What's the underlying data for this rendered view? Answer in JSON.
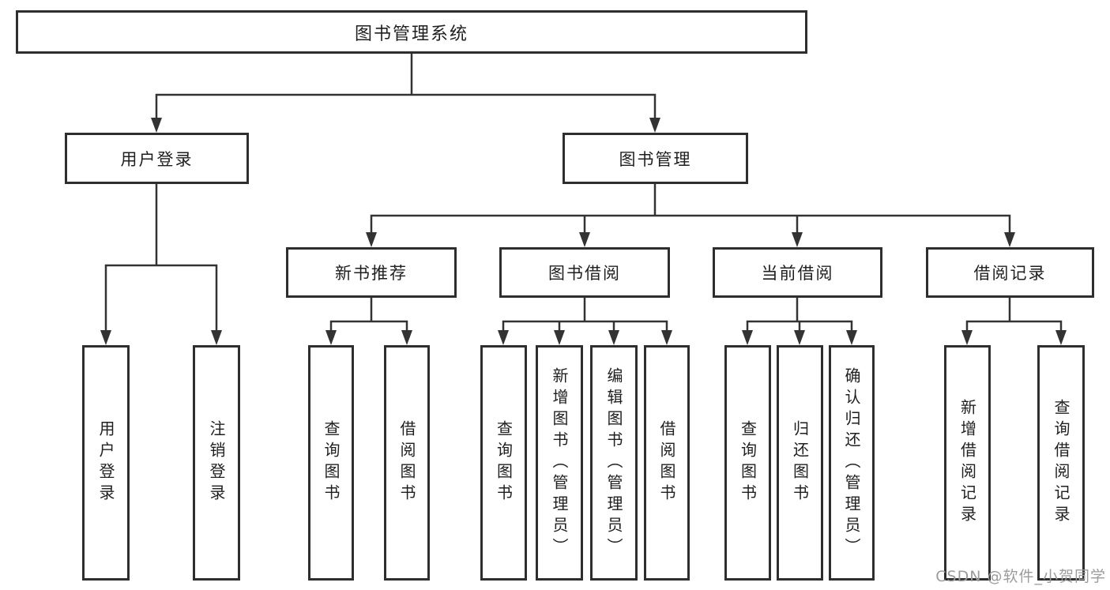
{
  "diagram": {
    "root": {
      "label": "图书管理系统"
    },
    "branches": [
      {
        "label": "用户登录",
        "children": [
          {
            "label": "用户登录"
          },
          {
            "label": "注销登录"
          }
        ]
      },
      {
        "label": "图书管理",
        "groups": [
          {
            "label": "新书推荐",
            "children": [
              {
                "label": "查询图书"
              },
              {
                "label": "借阅图书"
              }
            ]
          },
          {
            "label": "图书借阅",
            "children": [
              {
                "label": "查询图书"
              },
              {
                "label": "新增图书（管理员）"
              },
              {
                "label": "编辑图书（管理员）"
              },
              {
                "label": "借阅图书"
              }
            ]
          },
          {
            "label": "当前借阅",
            "children": [
              {
                "label": "查询图书"
              },
              {
                "label": "归还图书"
              },
              {
                "label": "确认归还（管理员）"
              }
            ]
          },
          {
            "label": "借阅记录",
            "children": [
              {
                "label": "新增借阅记录"
              },
              {
                "label": "查询借阅记录"
              }
            ]
          }
        ]
      }
    ]
  },
  "watermark": {
    "text": "CSDN @软件_小贺同学"
  },
  "colors": {
    "line": "#333333",
    "box_border": "#2e2e2e",
    "text": "#1f1f1f",
    "background": "#ffffff",
    "watermark": "#9c9c9c"
  }
}
